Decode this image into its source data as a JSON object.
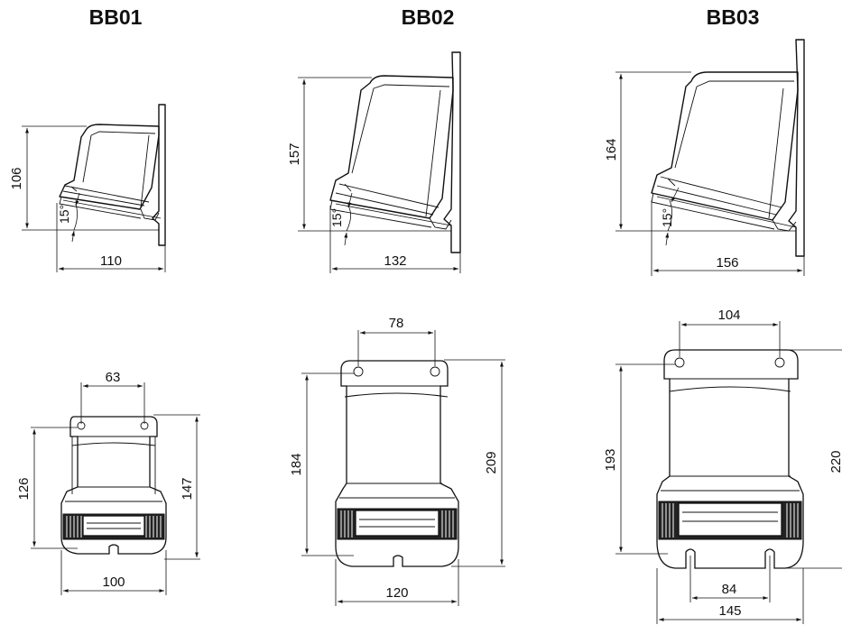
{
  "models": [
    {
      "id": "BB01",
      "side": {
        "height": "106",
        "width": "110",
        "angle": "15°"
      },
      "front": {
        "hole_spacing": "63",
        "inner_height": "126",
        "total_height": "147",
        "width": "100"
      }
    },
    {
      "id": "BB02",
      "side": {
        "height": "157",
        "width": "132",
        "angle": "15°"
      },
      "front": {
        "hole_spacing": "78",
        "inner_height": "184",
        "total_height": "209",
        "width": "120"
      }
    },
    {
      "id": "BB03",
      "side": {
        "height": "164",
        "width": "156",
        "angle": "15°"
      },
      "front": {
        "hole_spacing": "104",
        "inner_height": "193",
        "total_height": "220",
        "width": "145",
        "slot_spacing": "84"
      }
    }
  ]
}
